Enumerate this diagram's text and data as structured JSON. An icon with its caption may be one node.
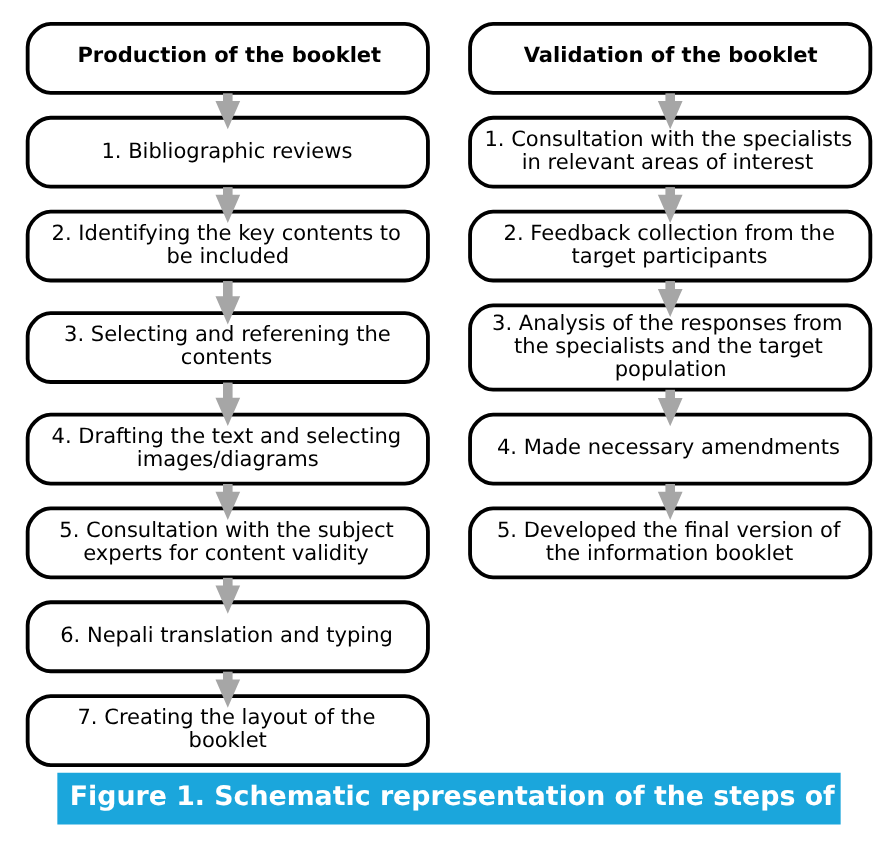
{
  "diagram": {
    "caption": "Figure 1. Schematic representation of the steps of",
    "nodes": [
      {
        "text": [
          "Production of the booklet"
        ]
      },
      {
        "text": [
          "1. Bibliographic reviews"
        ]
      },
      {
        "text": [
          "2. Identifying the key contents to be included"
        ]
      },
      {
        "text": [
          "3. Selecting and referening the contents"
        ]
      },
      {
        "text": [
          "4. Drafting the text and selecting images/diagrams"
        ]
      },
      {
        "text": [
          "5. Consultation with the subject experts for content validity"
        ]
      },
      {
        "text": [
          "6. Nepali translation and typing"
        ]
      },
      {
        "text": [
          "7. Creating the layout of the booklet"
        ]
      },
      {
        "text": [
          "Validation of the booklet"
        ]
      },
      {
        "text": [
          "1. Consultation with the specialists in relevant areas of interest"
        ]
      },
      {
        "text": [
          "2. Feedback collection from the target participants"
        ]
      },
      {
        "text": [
          "3. Analysis of the responses from the specialists and the target population"
        ]
      },
      {
        "text": [
          "4. Made necessary amendments"
        ]
      },
      {
        "text": [
          "5. Developed the final version of the information booklet"
        ]
      }
    ],
    "edges": [
      {
        "from": 0,
        "to": 1,
        "arrow": "to"
      },
      {
        "from": 1,
        "to": 2,
        "arrow": "to"
      },
      {
        "from": 2,
        "to": 3,
        "arrow": "to"
      },
      {
        "from": 3,
        "to": 4,
        "arrow": "to"
      },
      {
        "from": 4,
        "to": 5,
        "arrow": "to"
      },
      {
        "from": 5,
        "to": 6,
        "arrow": "to"
      },
      {
        "from": 6,
        "to": 7,
        "arrow": "to"
      },
      {
        "from": 8,
        "to": 9,
        "arrow": "to"
      },
      {
        "from": 9,
        "to": 10,
        "arrow": "to"
      },
      {
        "from": 10,
        "to": 11,
        "arrow": "to"
      },
      {
        "from": 11,
        "to": 12,
        "arrow": "to"
      },
      {
        "from": 12,
        "to": 13,
        "arrow": "to"
      }
    ]
  }
}
